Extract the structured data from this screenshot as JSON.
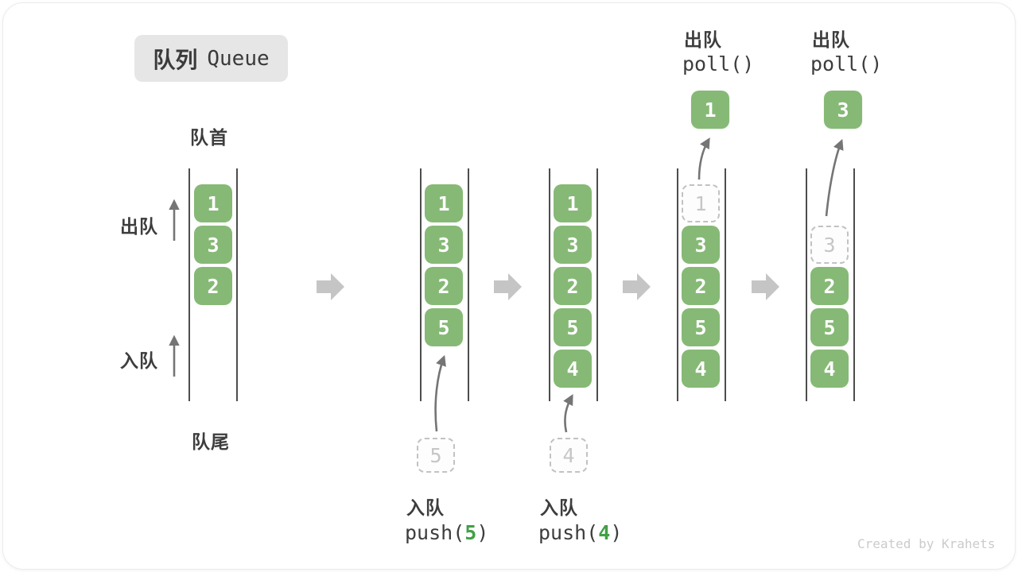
{
  "title": {
    "cn": "队列",
    "en": "Queue"
  },
  "side_labels": {
    "front": "队首",
    "rear": "队尾",
    "dequeue_direction": "出队",
    "enqueue_direction": "入队"
  },
  "queue_states": [
    {
      "cells": [
        "1",
        "3",
        "2"
      ]
    },
    {
      "cells": [
        "1",
        "3",
        "2",
        "5"
      ],
      "incoming": "5"
    },
    {
      "cells": [
        "1",
        "3",
        "2",
        "5",
        "4"
      ],
      "incoming": "4"
    },
    {
      "cells": [
        "3",
        "2",
        "5",
        "4"
      ],
      "removed": "1",
      "result": "1"
    },
    {
      "cells": [
        "2",
        "5",
        "4"
      ],
      "removed": "3",
      "result": "3"
    }
  ],
  "ops": {
    "push5": {
      "name": "入队",
      "call_open": "push(",
      "arg": "5",
      "call_close": ")"
    },
    "push4": {
      "name": "入队",
      "call_open": "push(",
      "arg": "4",
      "call_close": ")"
    },
    "poll1": {
      "name": "出队",
      "call": "poll()"
    },
    "poll2": {
      "name": "出队",
      "call": "poll()"
    }
  },
  "watermark": "Created by Krahets",
  "colors": {
    "cell_green": "#86b976",
    "code_arg_green": "#42a045",
    "step_arrow_gray": "#c5c5c5",
    "thin_arrow_gray": "#757575",
    "dashed_border": "#c2c2c2",
    "dashed_text": "#c6c6c6",
    "dark_text": "#3d3d3d",
    "badge_bg": "#e6e6e6",
    "watermark_gray": "#cbcbcb"
  }
}
